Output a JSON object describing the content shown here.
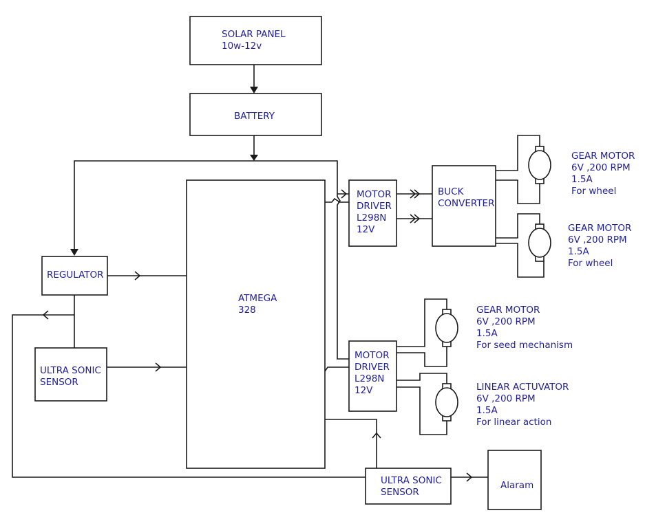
{
  "blocks": {
    "solar_panel": [
      "SOLAR PANEL",
      "10w-12v"
    ],
    "battery": [
      "BATTERY"
    ],
    "regulator": [
      "REGULATOR"
    ],
    "ultrasonic_left": [
      "ULTRA SONIC",
      "SENSOR"
    ],
    "atmega": [
      "ATMEGA",
      "328"
    ],
    "motor_driver_top": [
      "MOTOR",
      "DRIVER",
      "L298N",
      "12V"
    ],
    "buck_converter": [
      "BUCK",
      "CONVERTER"
    ],
    "motor_driver_bottom": [
      "MOTOR",
      "DRIVER",
      "L298N",
      "12V"
    ],
    "ultrasonic_bottom": [
      "ULTRA SONIC",
      "SENSOR"
    ],
    "alarm": [
      "Alaram"
    ]
  },
  "motors": {
    "gear_motor_wheel_1": [
      "GEAR MOTOR",
      "6V ,200 RPM",
      "1.5A",
      "For wheel"
    ],
    "gear_motor_wheel_2": [
      "GEAR MOTOR",
      "6V ,200 RPM",
      "1.5A",
      "For wheel"
    ],
    "gear_motor_seed": [
      "GEAR MOTOR",
      "6V ,200 RPM",
      "1.5A",
      "For seed mechanism"
    ],
    "linear_actuator": [
      "LINEAR ACTUVATOR",
      "6V ,200 RPM",
      "1.5A",
      "For linear action"
    ]
  },
  "colors": {
    "label_text": "#1f1f9c",
    "line": "#1a1a1a"
  }
}
